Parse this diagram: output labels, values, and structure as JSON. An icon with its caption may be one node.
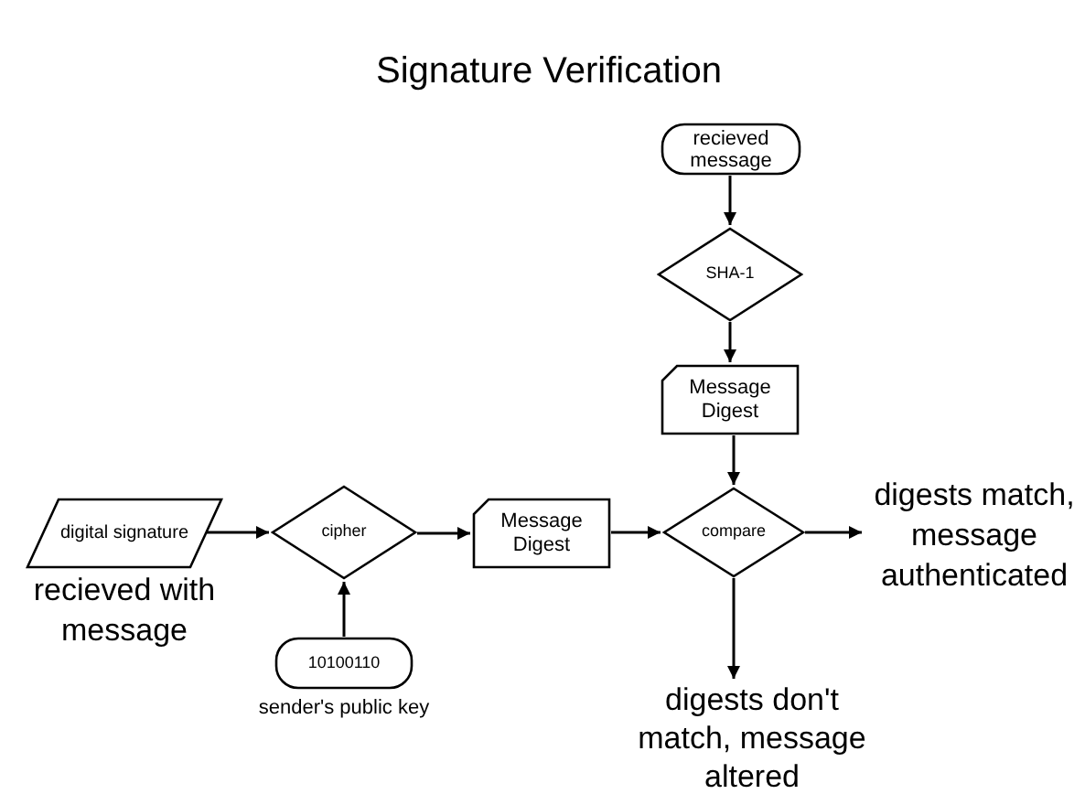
{
  "diagram": {
    "title": "Signature Verification",
    "nodes": [
      {
        "text": [
          "recieved message"
        ]
      },
      {
        "text": [
          "SHA-1"
        ]
      },
      {
        "text": [
          "Message Digest"
        ]
      },
      {
        "text": [
          "digital signature"
        ],
        "beside": [
          "recieved with message"
        ]
      },
      {
        "text": [
          "cipher"
        ]
      },
      {
        "text": [
          "10100110"
        ],
        "beside": [
          "sender's public key"
        ]
      },
      {
        "text": [
          "Message Digest"
        ]
      },
      {
        "text": [
          "compare"
        ]
      },
      {
        "text": [
          "digests match, message authenticated"
        ]
      },
      {
        "text": [
          "digests don't match, message altered"
        ]
      }
    ],
    "edges": [
      {
        "from": 0,
        "to": 1,
        "arrow": "to"
      },
      {
        "from": 1,
        "to": 2,
        "arrow": "to"
      },
      {
        "from": 2,
        "to": 7,
        "arrow": "to"
      },
      {
        "from": 3,
        "to": 4,
        "arrow": "to"
      },
      {
        "from": 5,
        "to": 4,
        "arrow": "to"
      },
      {
        "from": 4,
        "to": 6,
        "arrow": "to"
      },
      {
        "from": 6,
        "to": 7,
        "arrow": "to"
      },
      {
        "from": 7,
        "to": 8,
        "arrow": "to"
      },
      {
        "from": 7,
        "to": 9,
        "arrow": "to"
      }
    ]
  }
}
